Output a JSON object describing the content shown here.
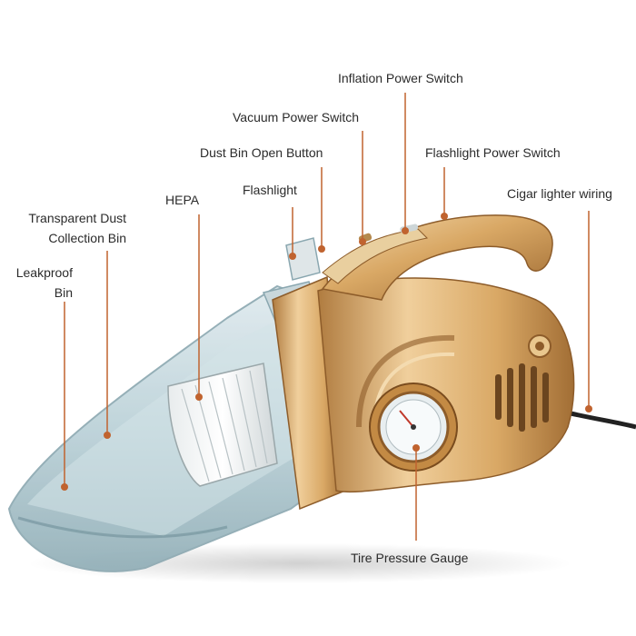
{
  "labels": {
    "inflation_power_switch": "Inflation Power Switch",
    "vacuum_power_switch": "Vacuum Power Switch",
    "dust_bin_open_button": "Dust Bin Open Button",
    "flashlight_power_switch": "Flashlight Power Switch",
    "flashlight": "Flashlight",
    "cigar_lighter_wiring": "Cigar lighter wiring",
    "hepa": "HEPA",
    "transparent_dust_line1": "Transparent Dust",
    "transparent_dust_line2": "Collection Bin",
    "leakproof_line1": "Leakproof",
    "leakproof_line2": "Bin",
    "tire_pressure_gauge": "Tire Pressure Gauge"
  },
  "colors": {
    "leader_line": "#c0632f",
    "leader_dot": "#c0632f",
    "body_gold": "#d9a865",
    "body_gold_dark": "#a9733a",
    "body_gold_light": "#f1d3a4",
    "bin_blue": "#b7cfd6",
    "bin_blue_dark": "#7f9ea8",
    "label_text": "#2b2b2b"
  }
}
